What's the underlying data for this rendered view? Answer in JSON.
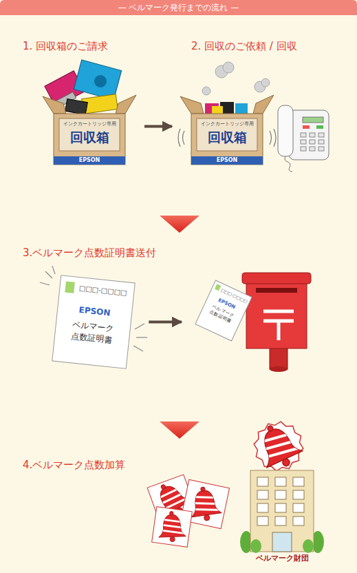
{
  "diagram": {
    "title": "— ベルマーク発行までの流れ —",
    "nodes": [
      {
        "text": [
          "インクカートリッジ専用",
          "回収箱",
          "EPSON"
        ]
      },
      {
        "text": [
          "インクカートリッジ専用",
          "回収箱",
          "EPSON"
        ]
      },
      {
        "text": [
          "□□□-□□□□",
          "EPSON",
          "ベルマーク 点数証明書"
        ]
      },
      {
        "text": [
          "□□□-□□□□",
          "EPSON",
          "ベルマーク 点数証明書"
        ]
      },
      {
        "text": [
          "ベルマーク財団"
        ]
      }
    ],
    "edges": [
      {
        "from": 0,
        "to": 1,
        "arrow": "to"
      },
      {
        "from": 2,
        "to": 3,
        "arrow": "to"
      }
    ],
    "labels": [
      "1. 回収箱のご請求",
      "2. 回収のご依頼 / 回収",
      "3.ベルマーク点数証明書送付",
      "4.ベルマーク点数加算"
    ]
  }
}
